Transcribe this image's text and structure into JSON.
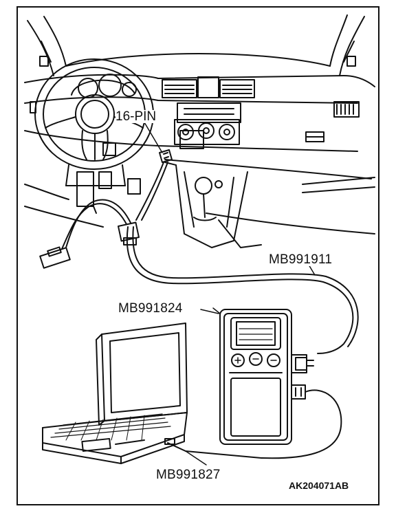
{
  "labels": {
    "connector": "16-PIN",
    "cable_main": "MB991911",
    "interface": "MB991824",
    "cable_usb": "MB991827",
    "figure_code": "AK204071AB"
  },
  "colors": {
    "line": "#111111",
    "background": "#ffffff"
  },
  "icons": [
    "steering-wheel-icon",
    "gear-shift-icon",
    "laptop-icon",
    "scan-tool-icon",
    "connector-plug-icon"
  ]
}
